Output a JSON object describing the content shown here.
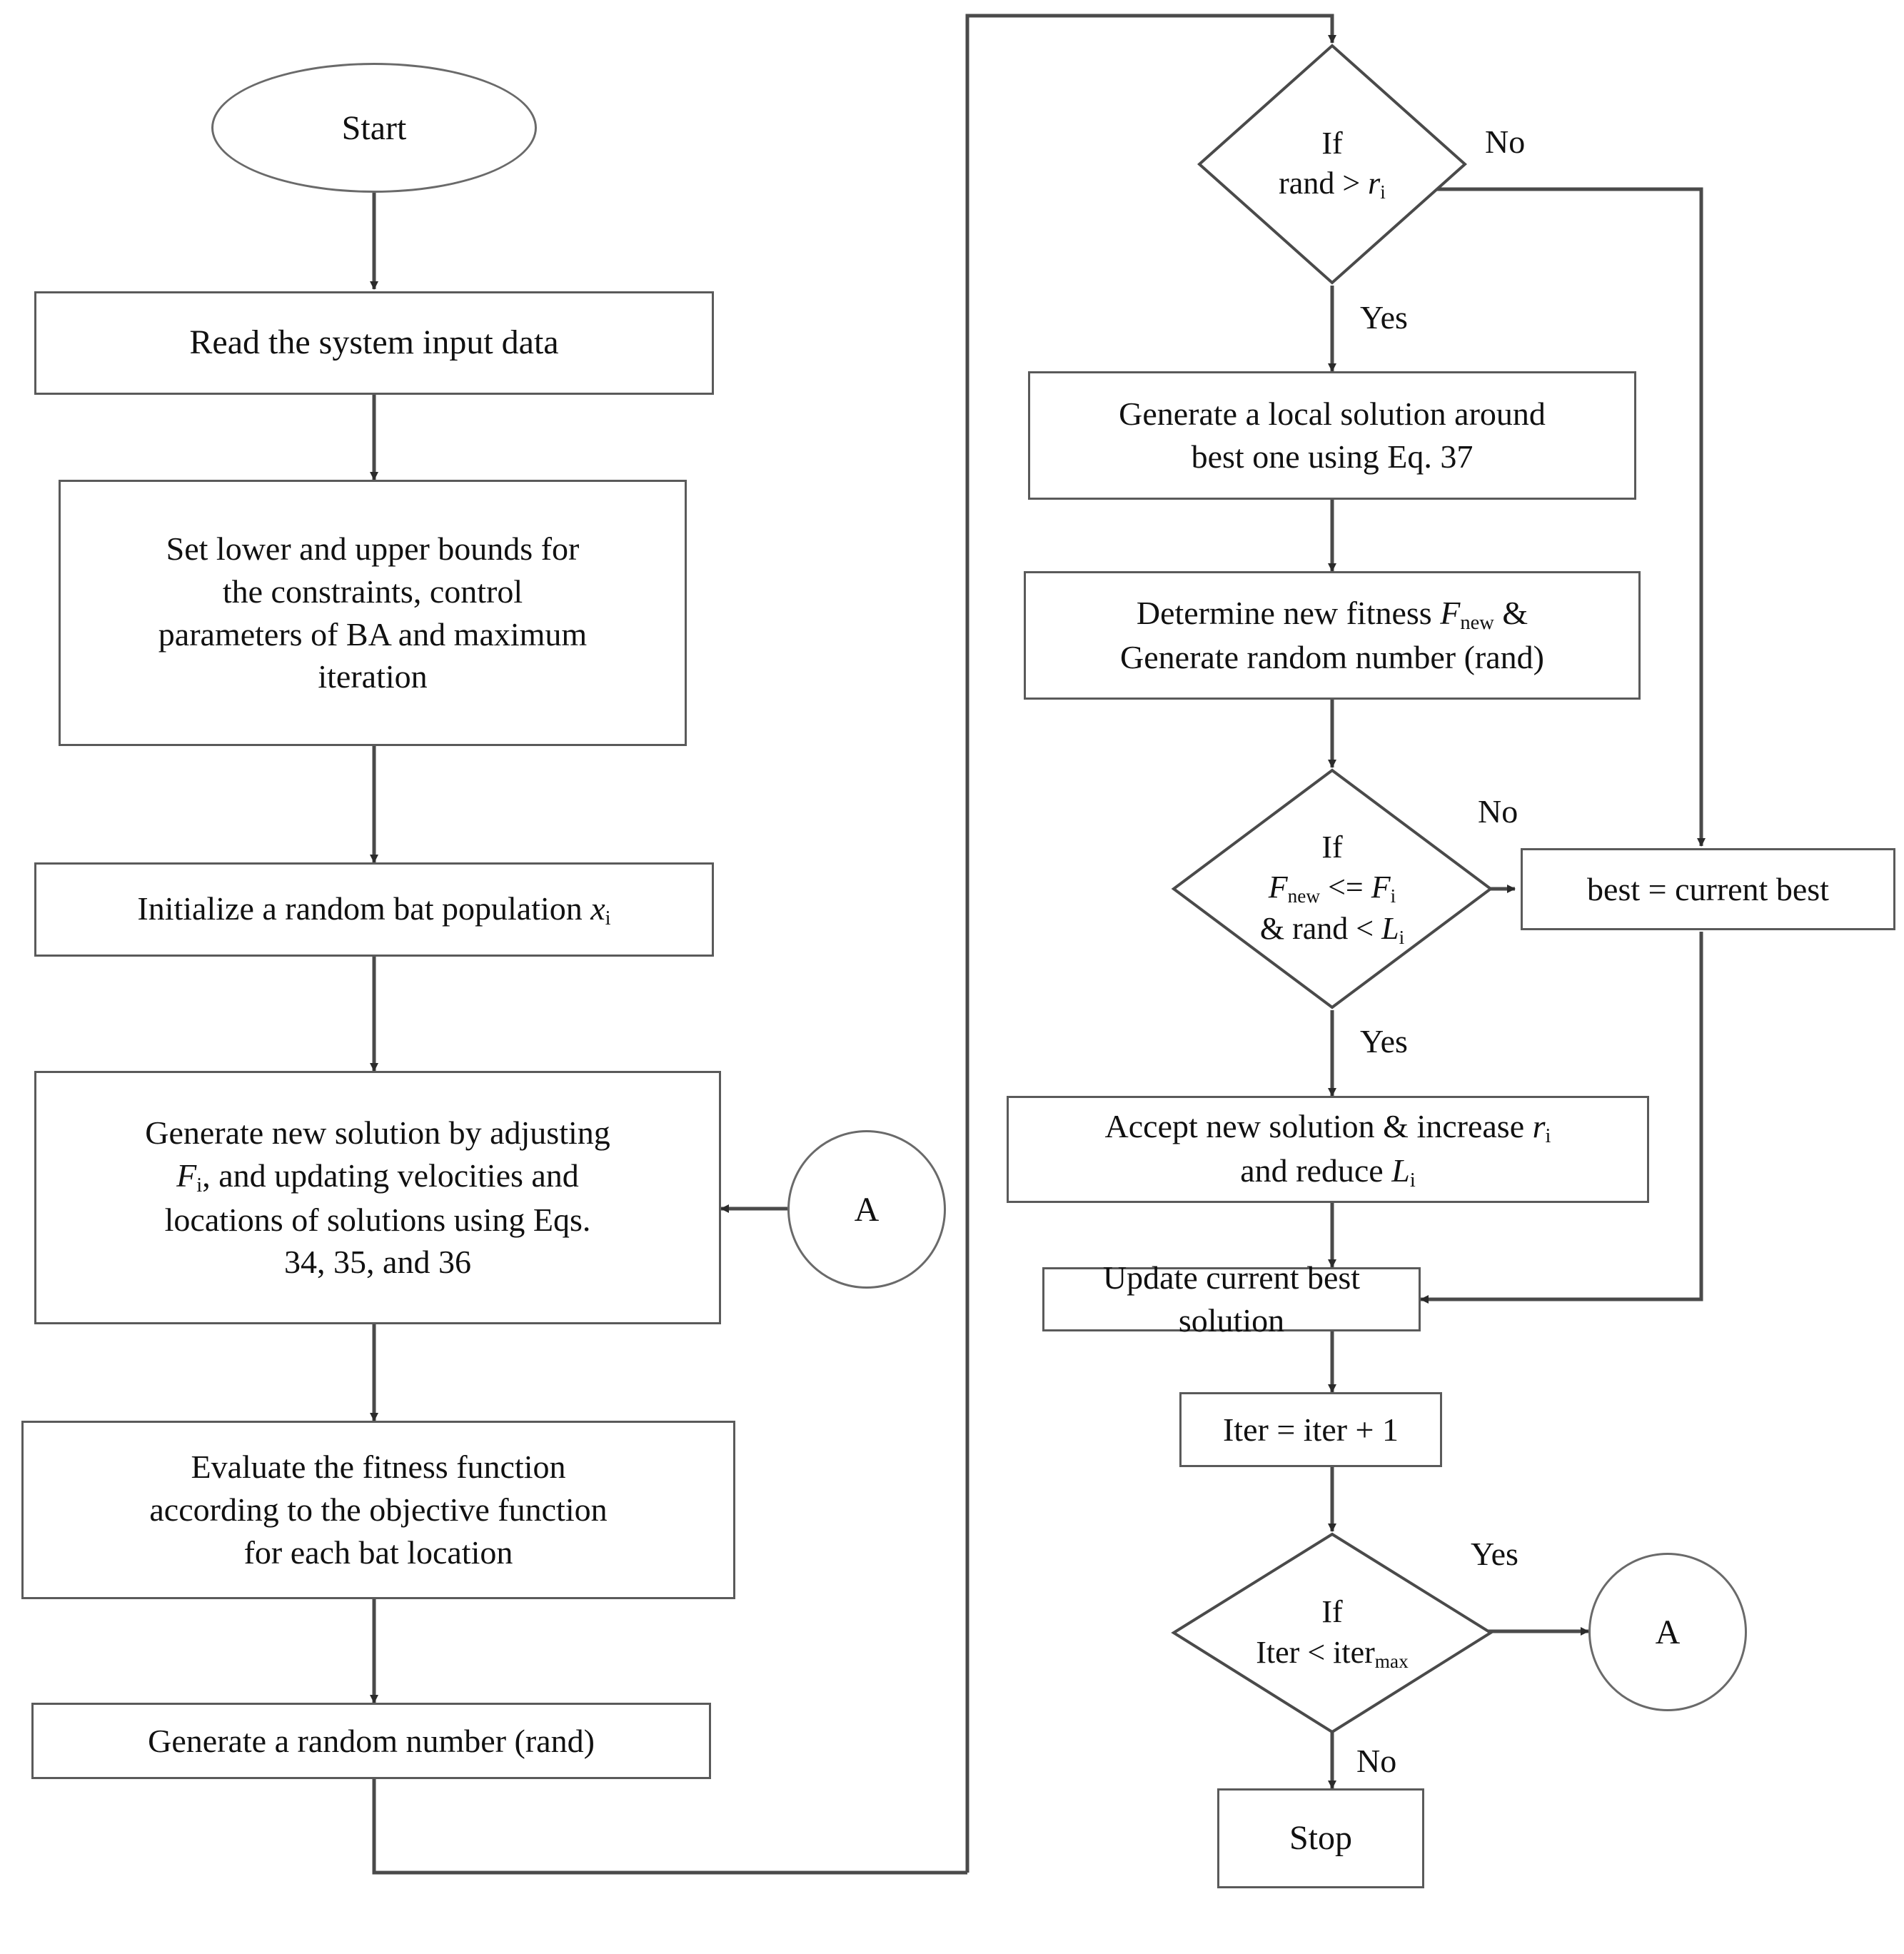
{
  "diagram": {
    "title": "Bat Algorithm (BA) flowchart",
    "type": "flowchart",
    "colors": {
      "stroke": "#5a5a5a",
      "text": "#111111",
      "background": "#ffffff"
    },
    "nodes": [
      {
        "id": "start",
        "shape": "ellipse",
        "label": "Start"
      },
      {
        "id": "read-input",
        "shape": "process",
        "label": "Read the system input data"
      },
      {
        "id": "set-bounds",
        "shape": "process",
        "label": "Set lower and upper bounds for the constraints, control parameters of BA and maximum iteration"
      },
      {
        "id": "init-pop",
        "shape": "process",
        "label": "Initialize a random bat population x_i"
      },
      {
        "id": "gen-new-sol",
        "shape": "process",
        "label": "Generate new solution by adjusting F_i, and updating velocities and locations of solutions using Eqs. 34, 35, and 36"
      },
      {
        "id": "evaluate",
        "shape": "process",
        "label": "Evaluate the fitness function according to the objective function for each bat location"
      },
      {
        "id": "gen-rand",
        "shape": "process",
        "label": "Generate a random number (rand)"
      },
      {
        "id": "if-rand-r",
        "shape": "decision",
        "label": "If rand > r_i"
      },
      {
        "id": "gen-local",
        "shape": "process",
        "label": "Generate a local solution around best one using Eq. 37"
      },
      {
        "id": "determine-fit",
        "shape": "process",
        "label": "Determine new fitness F_new & Generate random number (rand)"
      },
      {
        "id": "if-fnew",
        "shape": "decision",
        "label": "If F_new <= F_i & rand < L_i"
      },
      {
        "id": "best-current",
        "shape": "process",
        "label": "best = current best"
      },
      {
        "id": "accept",
        "shape": "process",
        "label": "Accept new solution & increase r_i and reduce L_i"
      },
      {
        "id": "update-best",
        "shape": "process",
        "label": "Update current best solution"
      },
      {
        "id": "iter-inc",
        "shape": "process",
        "label": "Iter = iter + 1"
      },
      {
        "id": "if-iter",
        "shape": "decision",
        "label": "If Iter < iter_max"
      },
      {
        "id": "conn-a-left",
        "shape": "connector",
        "label": "A"
      },
      {
        "id": "conn-a-right",
        "shape": "connector",
        "label": "A"
      },
      {
        "id": "stop",
        "shape": "process",
        "label": "Stop"
      }
    ],
    "edge_labels": {
      "rand_no": "No",
      "rand_yes": "Yes",
      "fnew_no": "No",
      "fnew_yes": "Yes",
      "iter_yes": "Yes",
      "iter_no": "No"
    }
  },
  "text": {
    "start": "Start",
    "read_input": "Read the system input data",
    "set_bounds_l1": "Set lower and upper bounds for",
    "set_bounds_l2": "the constraints, control",
    "set_bounds_l3": "parameters of BA and maximum",
    "set_bounds_l4": "iteration",
    "init_pop_pre": "Initialize a random bat population ",
    "init_pop_var": "x",
    "init_pop_sub": "i",
    "gen_new_l1": "Generate new solution by adjusting",
    "gen_new_l2_var": "F",
    "gen_new_l2_sub": "i",
    "gen_new_l2_rest": ", and updating velocities and",
    "gen_new_l3": "locations of solutions using Eqs.",
    "gen_new_l4": "34, 35, and 36",
    "evaluate_l1": "Evaluate the fitness function",
    "evaluate_l2": "according to the objective function",
    "evaluate_l3": "for each bat location",
    "gen_rand": "Generate a random number (rand)",
    "if_word": "If",
    "rand_cond_pre": "rand > ",
    "rand_cond_var": "r",
    "rand_cond_sub": "i",
    "gen_local_l1": "Generate a local solution around",
    "gen_local_l2": "best one using Eq. 37",
    "determine_l1_pre": "Determine new fitness ",
    "determine_l1_var": "F",
    "determine_l1_sub": "new",
    "determine_l1_post": " &",
    "determine_l2": "Generate random number (rand)",
    "fnew_l1_var": "F",
    "fnew_l1_sub": "new",
    "fnew_l1_mid": " <= ",
    "fnew_l1_var2": "F",
    "fnew_l1_sub2": "i",
    "fnew_l2_pre": "& rand < ",
    "fnew_l2_var": "L",
    "fnew_l2_sub": "i",
    "best_current": "best = current best",
    "accept_l1_pre": "Accept new solution & increase ",
    "accept_l1_var": "r",
    "accept_l1_sub": "i",
    "accept_l2_pre": "and reduce ",
    "accept_l2_var": "L",
    "accept_l2_sub": "i",
    "update_best": "Update current best solution",
    "iter_inc": "Iter = iter + 1",
    "iter_cond_pre": "Iter < iter",
    "iter_cond_sub": "max",
    "connector_a": "A",
    "stop": "Stop",
    "no": "No",
    "yes": "Yes"
  }
}
